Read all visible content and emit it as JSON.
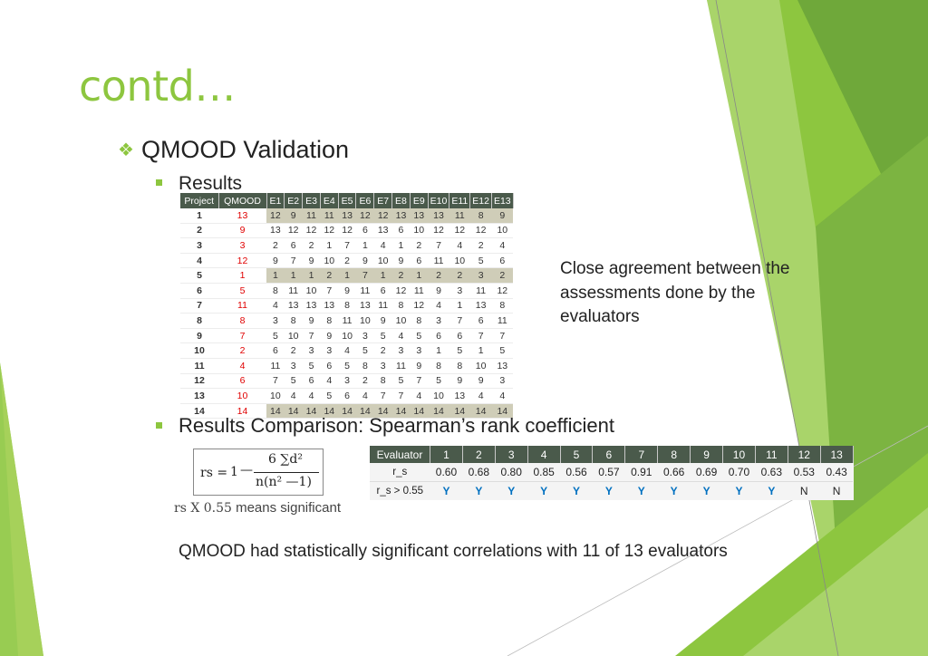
{
  "title": "contd…",
  "heading": "QMOOD Validation",
  "results_label": "Results",
  "results_table": {
    "headers": [
      "Project",
      "QMOOD",
      "E1",
      "E2",
      "E3",
      "E4",
      "E5",
      "E6",
      "E7",
      "E8",
      "E9",
      "E10",
      "E11",
      "E12",
      "E13"
    ],
    "rows": [
      [
        "1",
        "13",
        "12",
        "9",
        "11",
        "11",
        "13",
        "12",
        "12",
        "13",
        "13",
        "13",
        "11",
        "8",
        "9"
      ],
      [
        "2",
        "9",
        "13",
        "12",
        "12",
        "12",
        "12",
        "6",
        "13",
        "6",
        "10",
        "12",
        "12",
        "12",
        "10"
      ],
      [
        "3",
        "3",
        "2",
        "6",
        "2",
        "1",
        "7",
        "1",
        "4",
        "1",
        "2",
        "7",
        "4",
        "2",
        "4"
      ],
      [
        "4",
        "12",
        "9",
        "7",
        "9",
        "10",
        "2",
        "9",
        "10",
        "9",
        "6",
        "11",
        "10",
        "5",
        "6"
      ],
      [
        "5",
        "1",
        "1",
        "1",
        "1",
        "2",
        "1",
        "7",
        "1",
        "2",
        "1",
        "2",
        "2",
        "3",
        "2"
      ],
      [
        "6",
        "5",
        "8",
        "11",
        "10",
        "7",
        "9",
        "11",
        "6",
        "12",
        "11",
        "9",
        "3",
        "11",
        "12"
      ],
      [
        "7",
        "11",
        "4",
        "13",
        "13",
        "13",
        "8",
        "13",
        "11",
        "8",
        "12",
        "4",
        "1",
        "13",
        "8"
      ],
      [
        "8",
        "8",
        "3",
        "8",
        "9",
        "8",
        "11",
        "10",
        "9",
        "10",
        "8",
        "3",
        "7",
        "6",
        "11"
      ],
      [
        "9",
        "7",
        "5",
        "10",
        "7",
        "9",
        "10",
        "3",
        "5",
        "4",
        "5",
        "6",
        "6",
        "7",
        "7"
      ],
      [
        "10",
        "2",
        "6",
        "2",
        "3",
        "3",
        "4",
        "5",
        "2",
        "3",
        "3",
        "1",
        "5",
        "1",
        "5"
      ],
      [
        "11",
        "4",
        "11",
        "3",
        "5",
        "6",
        "5",
        "8",
        "3",
        "11",
        "9",
        "8",
        "8",
        "10",
        "13"
      ],
      [
        "12",
        "6",
        "7",
        "5",
        "6",
        "4",
        "3",
        "2",
        "8",
        "5",
        "7",
        "5",
        "9",
        "9",
        "3"
      ],
      [
        "13",
        "10",
        "10",
        "4",
        "4",
        "5",
        "6",
        "4",
        "7",
        "7",
        "4",
        "10",
        "13",
        "4",
        "4"
      ],
      [
        "14",
        "14",
        "14",
        "14",
        "14",
        "14",
        "14",
        "14",
        "14",
        "14",
        "14",
        "14",
        "14",
        "14",
        "14"
      ]
    ],
    "highlight_rows": [
      0,
      4,
      13
    ],
    "colors": {
      "header_bg": "#4a5a4b",
      "qmood_text": "#e00000",
      "highlight_bg": "#cfcdb8"
    }
  },
  "note": "Close agreement between the assessments done by the evaluators",
  "comparison_label": "Results Comparison: Spearman’s rank coefficient",
  "formula": {
    "lhs": "rs =",
    "one": "1",
    "dash": "—",
    "numerator": "6 ∑d²",
    "denominator": "n(n² —1)"
  },
  "significance": {
    "expr": "rs X  0.55",
    "text": "means significant"
  },
  "comparison_table": {
    "headers": [
      "Evaluator",
      "1",
      "2",
      "3",
      "4",
      "5",
      "6",
      "7",
      "8",
      "9",
      "10",
      "11",
      "12",
      "13"
    ],
    "rows": [
      [
        "r_s",
        "0.60",
        "0.68",
        "0.80",
        "0.85",
        "0.56",
        "0.57",
        "0.91",
        "0.66",
        "0.69",
        "0.70",
        "0.63",
        "0.53",
        "0.43"
      ],
      [
        "r_s > 0.55",
        "Y",
        "Y",
        "Y",
        "Y",
        "Y",
        "Y",
        "Y",
        "Y",
        "Y",
        "Y",
        "Y",
        "N",
        "N"
      ]
    ],
    "colors": {
      "yes_text": "#0070c0"
    }
  },
  "conclusion": "QMOOD had statistically significant correlations with 11 of 13 evaluators",
  "theme": {
    "accent": "#8dc63f"
  }
}
